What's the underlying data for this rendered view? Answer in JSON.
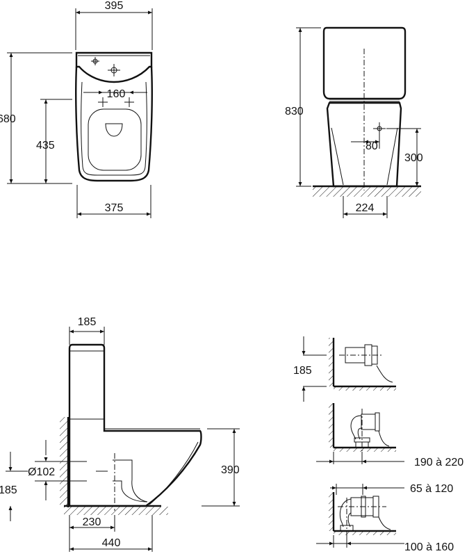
{
  "top_view": {
    "dim_width": "395",
    "dim_height": "680",
    "dim_holes": "160",
    "dim_seat_depth": "435",
    "dim_base_width": "375"
  },
  "side_view_right": {
    "dim_height": "830",
    "dim_outlet_offset": "80",
    "dim_outlet_height": "300",
    "dim_foot_width": "224"
  },
  "side_view_left": {
    "dim_tank_depth": "185",
    "dim_diameter": "Ø102",
    "dim_inlet_height": "185",
    "dim_bowl_height": "390",
    "dim_outlet_distance": "230",
    "dim_total_length": "440"
  },
  "connection_details": {
    "dim_wall_outlet_height": "185",
    "range_floor": "190 à 220",
    "range_wall": "65 à 120",
    "range_rear": "100 à 160"
  }
}
